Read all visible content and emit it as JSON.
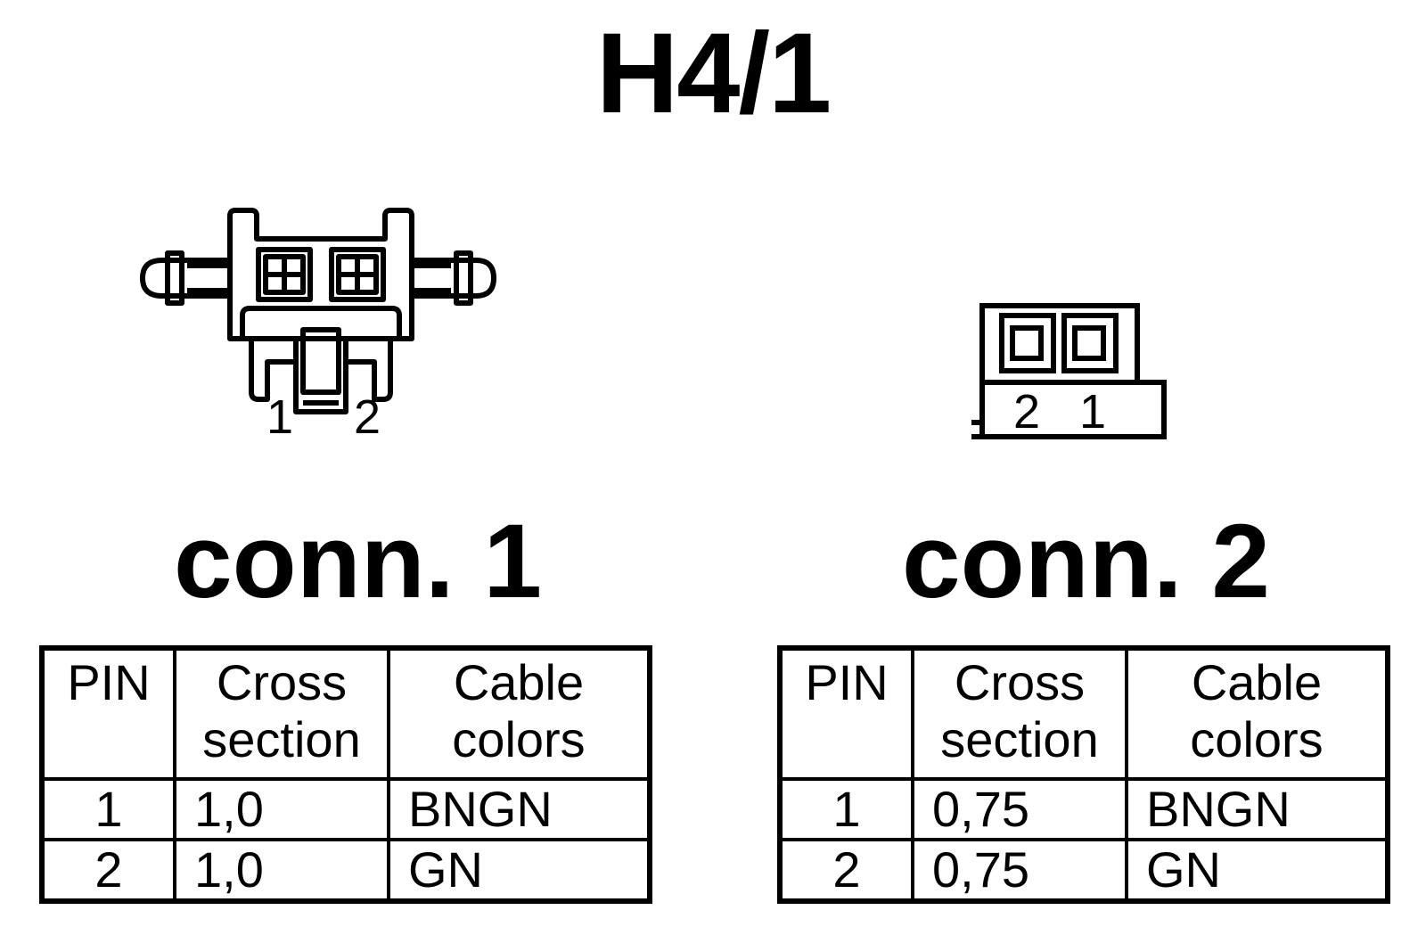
{
  "title": "H4/1",
  "connectors": [
    {
      "title": "conn. 1",
      "drawing_labels": [
        "1",
        "2"
      ],
      "headers": {
        "pin": "PIN",
        "cross_1": "Cross",
        "cross_2": "section",
        "color_1": "Cable",
        "color_2": "colors"
      },
      "rows": [
        {
          "pin": "1",
          "cross": "1,0",
          "color": "BNGN"
        },
        {
          "pin": "2",
          "cross": "1,0",
          "color": "GN"
        }
      ]
    },
    {
      "title": "conn. 2",
      "drawing_labels": [
        "2",
        "1"
      ],
      "headers": {
        "pin": "PIN",
        "cross_1": "Cross",
        "cross_2": "section",
        "color_1": "Cable",
        "color_2": "colors"
      },
      "rows": [
        {
          "pin": "1",
          "cross": "0,75",
          "color": "BNGN"
        },
        {
          "pin": "2",
          "cross": "0,75",
          "color": "GN"
        }
      ]
    }
  ]
}
